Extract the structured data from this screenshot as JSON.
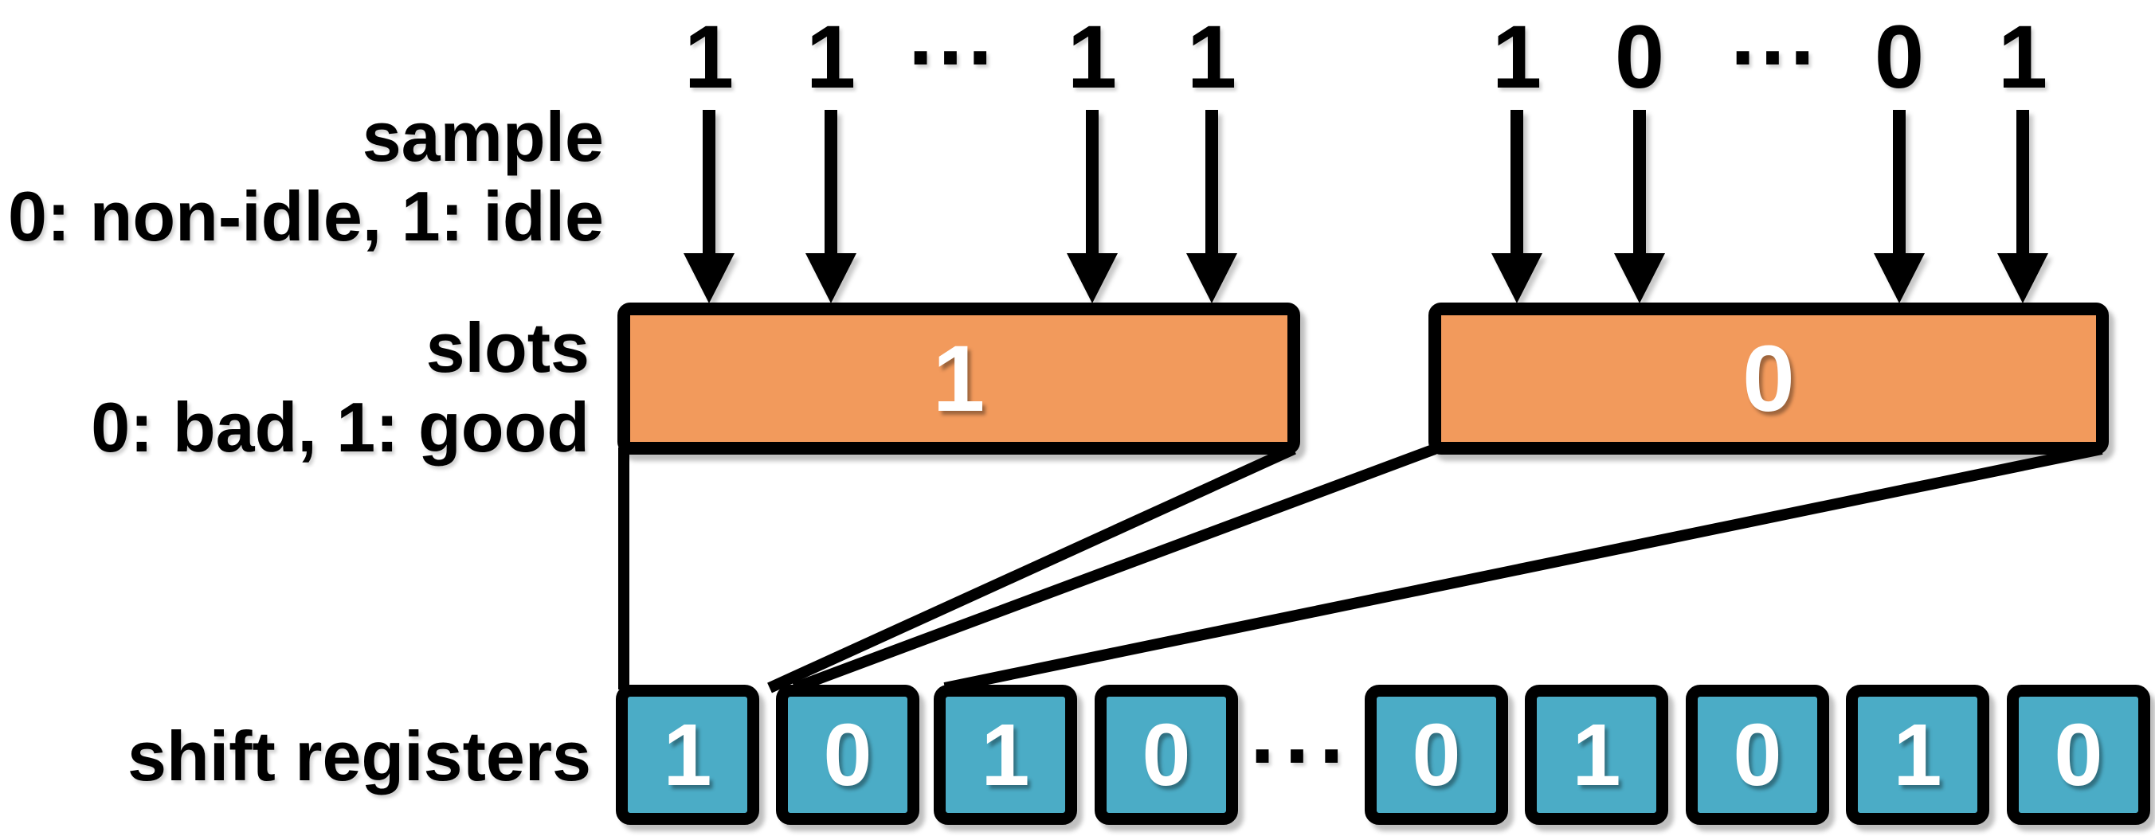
{
  "labels": {
    "sample_title": "sample",
    "sample_legend": "0: non-idle, 1: idle",
    "slots_title": "slots",
    "slots_legend": "0: bad, 1: good",
    "registers_title": "shift registers"
  },
  "samples": {
    "left": [
      "1",
      "1",
      "···",
      "1",
      "1"
    ],
    "right": [
      "1",
      "0",
      "···",
      "0",
      "1"
    ]
  },
  "slots": [
    {
      "value": "1"
    },
    {
      "value": "0"
    }
  ],
  "registers": {
    "cells": [
      "1",
      "0",
      "1",
      "0",
      "···",
      "0",
      "1",
      "0",
      "1",
      "0"
    ]
  },
  "colors": {
    "slot_fill": "#F29A5C",
    "register_fill": "#4BACC6",
    "outline": "#000000",
    "digit": "#FFFFFF"
  }
}
